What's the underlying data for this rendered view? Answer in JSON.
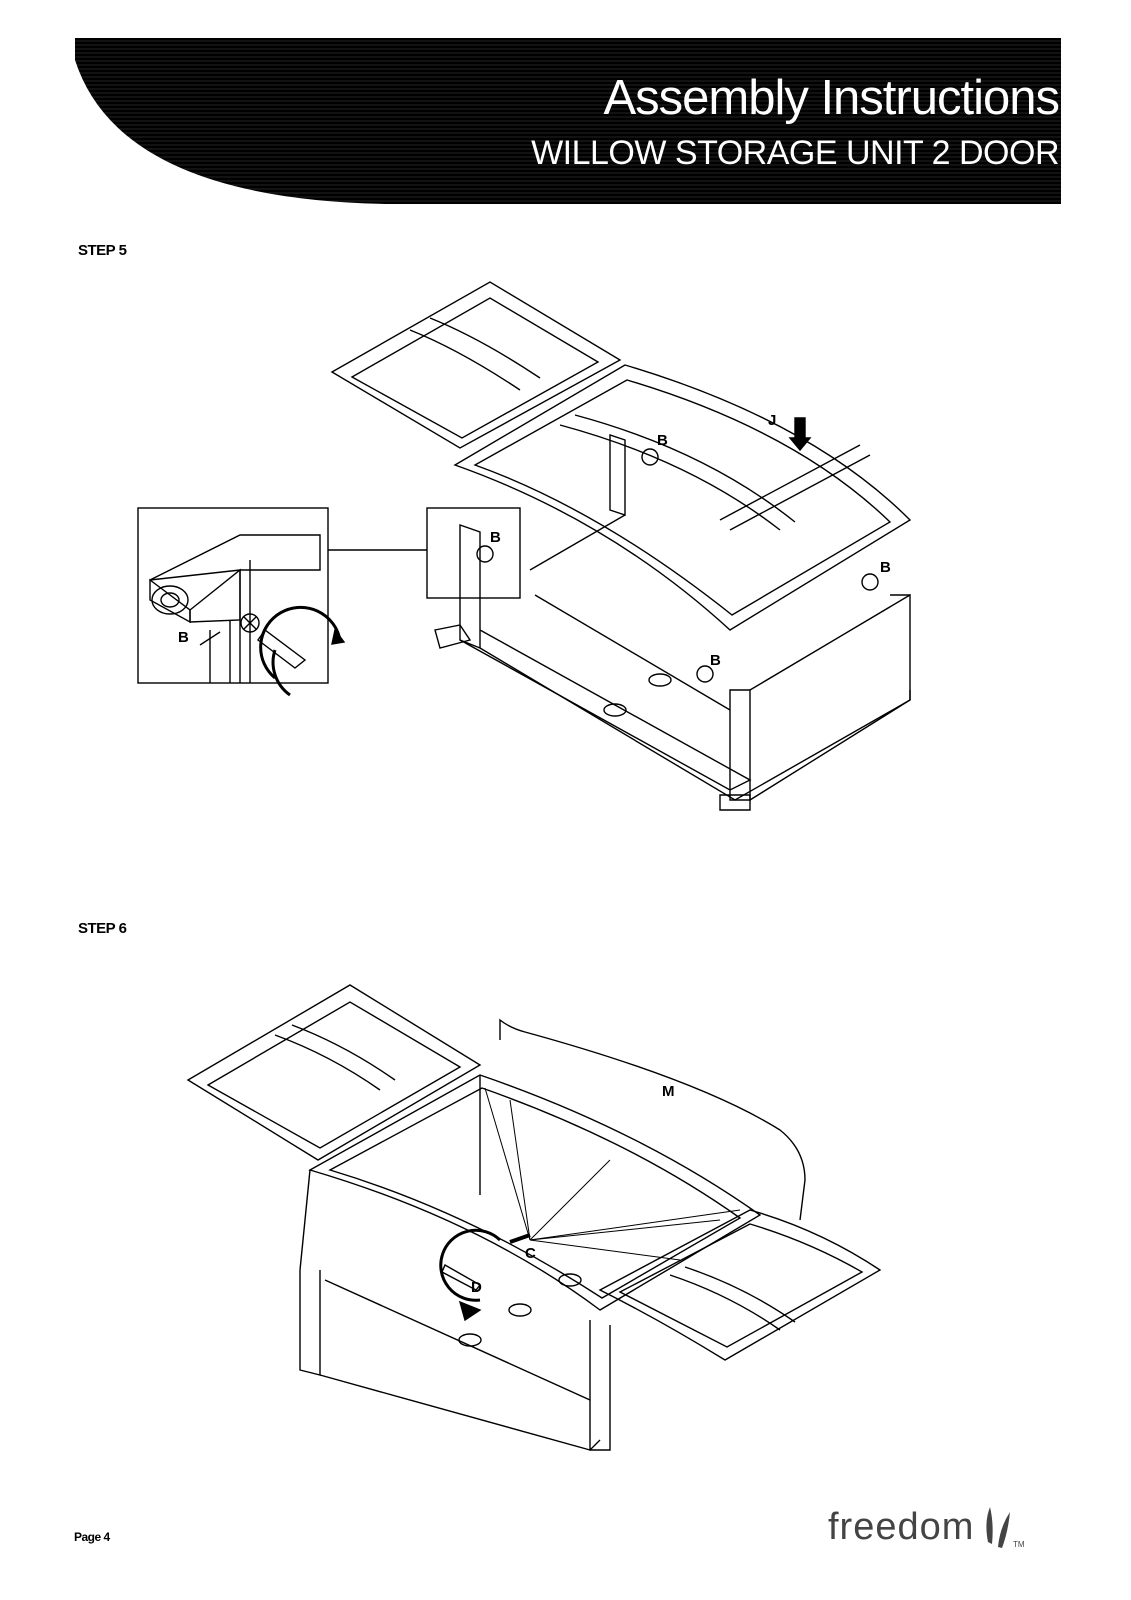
{
  "header": {
    "title": "Assembly Instructions",
    "subtitle": "WILLOW STORAGE UNIT 2 DOOR"
  },
  "steps": [
    {
      "label": "STEP 5",
      "part_labels": [
        "J",
        "B",
        "B",
        "B",
        "B",
        "B"
      ]
    },
    {
      "label": "STEP 6",
      "part_labels": [
        "M",
        "C",
        "D"
      ]
    }
  ],
  "footer": {
    "page": "Page 4",
    "brand": "freedom",
    "trademark": "TM"
  },
  "colors": {
    "banner": "#000000",
    "banner_text": "#ffffff",
    "line": "#000000",
    "brand": "#444444"
  }
}
